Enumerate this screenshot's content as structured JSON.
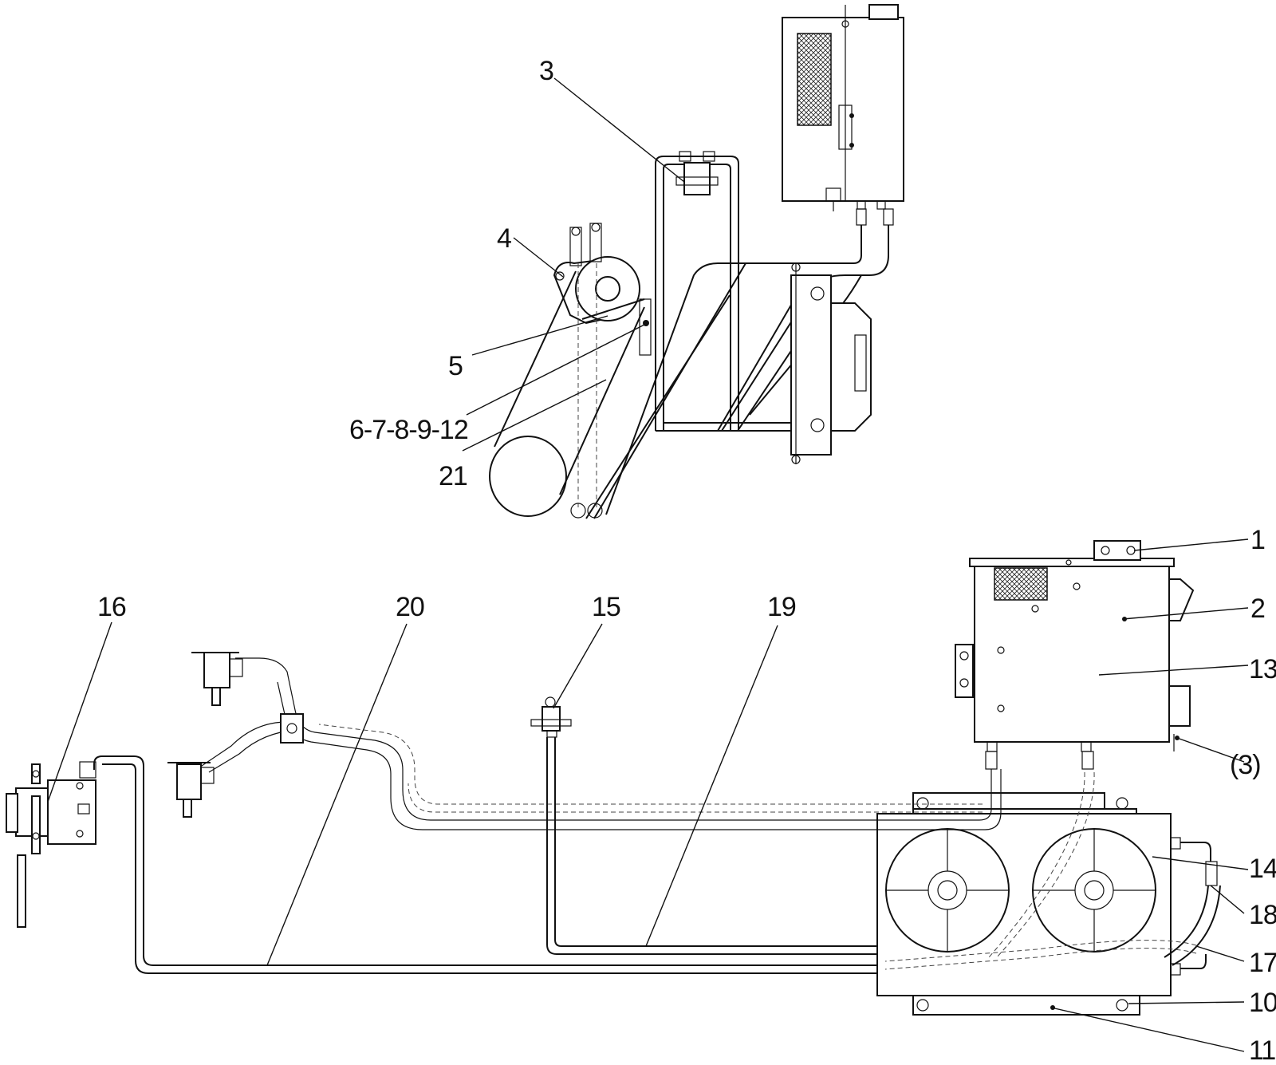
{
  "labels": {
    "l1": "1",
    "l2": "2",
    "l3": "3",
    "l3b": "(3)",
    "l4": "4",
    "l5": "5",
    "l6": "6-7-8-9-12",
    "l10": "10",
    "l11": "11",
    "l13": "13",
    "l14": "14",
    "l15": "15",
    "l16": "16",
    "l17": "17",
    "l18": "18",
    "l19": "19",
    "l20": "20",
    "l21": "21"
  }
}
